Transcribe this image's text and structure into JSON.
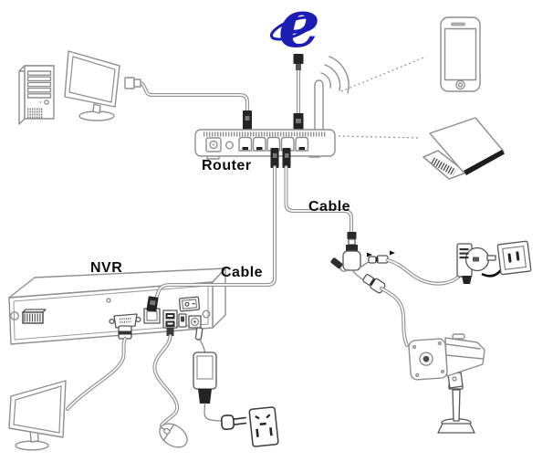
{
  "diagram": {
    "type": "cctv-network-setup-diagram",
    "background": "#ffffff",
    "colors": {
      "line": "#8f8f8f",
      "dark": "#242424",
      "label": "#0b0b0b",
      "ie_blue": "#1b1db5"
    },
    "labels": {
      "router": "Router",
      "nvr": "NVR",
      "cable_to_nvr": "Cable",
      "cable_to_camera": "Cable"
    },
    "internet_logo": {
      "letter": "e",
      "color": "#1b1db5"
    },
    "nodes": [
      {
        "id": "desktop-pc",
        "icon": "desktop-tower-icon"
      },
      {
        "id": "pc-monitor",
        "icon": "monitor-icon"
      },
      {
        "id": "router",
        "icon": "router-icon",
        "label": "Router"
      },
      {
        "id": "internet",
        "icon": "internet-explorer-icon"
      },
      {
        "id": "smartphone",
        "icon": "smartphone-icon"
      },
      {
        "id": "laptop",
        "icon": "laptop-icon"
      },
      {
        "id": "nvr",
        "icon": "nvr-icon",
        "label": "NVR"
      },
      {
        "id": "nvr-monitor",
        "icon": "monitor-icon"
      },
      {
        "id": "mouse",
        "icon": "mouse-icon"
      },
      {
        "id": "nvr-power-adapter",
        "icon": "power-adapter-icon"
      },
      {
        "id": "nvr-wall-outlet",
        "icon": "wall-outlet-icon"
      },
      {
        "id": "ip-camera",
        "icon": "cctv-camera-icon"
      },
      {
        "id": "camera-power-adapter",
        "icon": "power-adapter-icon"
      },
      {
        "id": "camera-wall-outlet",
        "icon": "wall-outlet-icon"
      }
    ],
    "connections": [
      {
        "from": "desktop-pc",
        "to": "router",
        "type": "ethernet"
      },
      {
        "from": "router",
        "to": "internet",
        "type": "ethernet"
      },
      {
        "from": "router",
        "to": "smartphone",
        "type": "wifi"
      },
      {
        "from": "router",
        "to": "laptop",
        "type": "wifi"
      },
      {
        "from": "router",
        "to": "nvr",
        "type": "ethernet",
        "label": "Cable"
      },
      {
        "from": "router",
        "to": "ip-camera",
        "type": "ethernet",
        "label": "Cable"
      },
      {
        "from": "nvr",
        "to": "nvr-monitor",
        "type": "vga"
      },
      {
        "from": "nvr",
        "to": "mouse",
        "type": "usb"
      },
      {
        "from": "nvr",
        "to": "nvr-wall-outlet",
        "type": "power"
      },
      {
        "from": "ip-camera",
        "to": "camera-wall-outlet",
        "type": "power"
      }
    ]
  }
}
